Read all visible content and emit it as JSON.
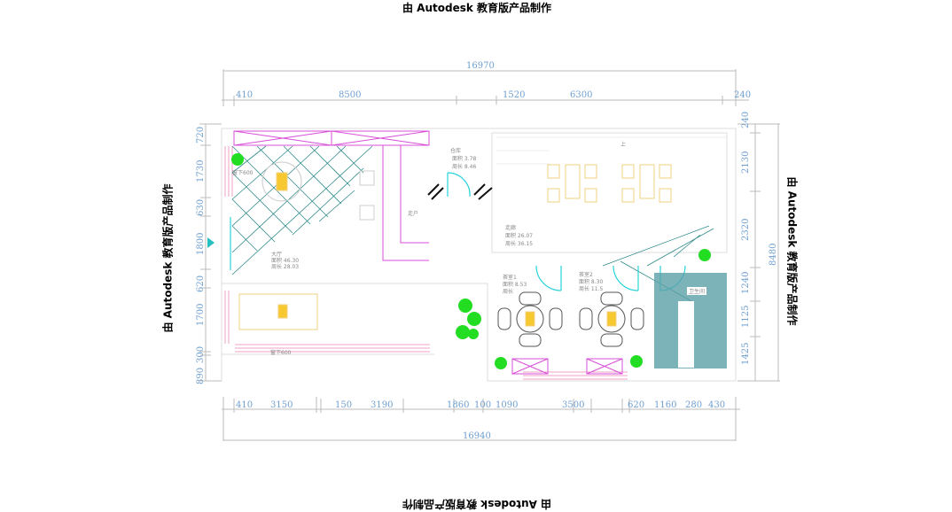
{
  "watermark": {
    "text": "由 Autodesk 教育版产品制作"
  },
  "dimensions": {
    "top_total": "16970",
    "top_segments": [
      "410",
      "8500",
      "1520",
      "6300",
      "240"
    ],
    "bottom_segments": [
      "410",
      "3150",
      "150",
      "3190",
      "1860",
      "100",
      "1090",
      "3500",
      "620",
      "1160",
      "280",
      "430"
    ],
    "bottom_total": "16940",
    "left_segments": [
      "720",
      "1730",
      "630",
      "1800",
      "620",
      "1700",
      "300",
      "890"
    ],
    "right_segments": [
      "240",
      "2130",
      "2320",
      "1240",
      "1125",
      "1425"
    ],
    "right_total": "8480"
  },
  "rooms": {
    "hall": {
      "name": "大厅",
      "area": "面积 46.30",
      "perimeter": "周长 28.03"
    },
    "storage": {
      "name": "仓库",
      "area": "面积 3.78",
      "perimeter": "周长 8.46"
    },
    "corridor": {
      "name": "走廊",
      "area": "面积 26.07",
      "perimeter": "周长 36.15"
    },
    "tea1": {
      "name": "茶室1",
      "area": "面积 8.53",
      "perimeter": "周长"
    },
    "tea2": {
      "name": "茶室2",
      "area": "面积 8.30",
      "perimeter": "周长 11.5"
    },
    "wc": {
      "name": "卫生间"
    },
    "stair": {
      "name": "上"
    },
    "window_label": "窗下600",
    "window_label_bottom": "窗下600",
    "aisle_label": "走户"
  },
  "colors": {
    "dimension": "#6f9fd0",
    "wall": "#cccccc",
    "partition": "#d84fd8",
    "door": "#27d3dc",
    "tile": "#2f8a8a",
    "furniture": "#f0d080",
    "plant": "#22dd22",
    "window": "#f0a0c8"
  }
}
